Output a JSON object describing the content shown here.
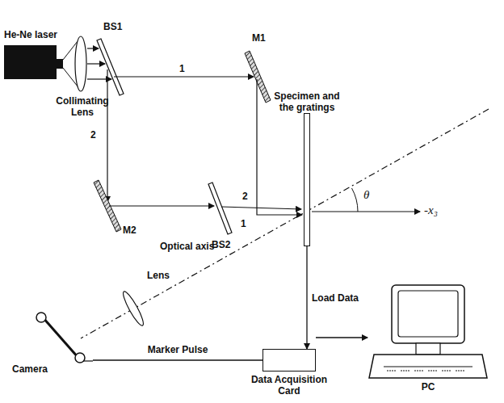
{
  "diagram": {
    "nodes": [
      {
        "text": [
          "He-Ne laser"
        ]
      },
      {
        "text": [
          "Specimen and the gratings"
        ]
      },
      {
        "text": [
          "Camera"
        ]
      },
      {
        "text": [
          "Data Acquisition Card"
        ]
      },
      {
        "text": [
          "PC"
        ]
      }
    ],
    "edges": [
      {
        "from": 1,
        "to": 3,
        "label": "Load Data",
        "arrow": "to"
      },
      {
        "from": 2,
        "to": 3,
        "label": "Marker Pulse",
        "arrow": "none"
      },
      {
        "from": 3,
        "to": 4,
        "arrow": "to"
      }
    ],
    "labels": [
      "BS1",
      "Collimating Lens",
      "1",
      "M1",
      "2",
      "M2",
      "BS2",
      "2",
      "1",
      "θ",
      "-x₃",
      "Optical axis",
      "Lens"
    ]
  }
}
